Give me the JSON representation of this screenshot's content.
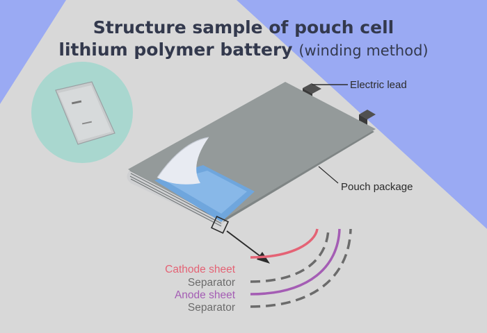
{
  "title": {
    "line1": "Structure sample of pouch cell",
    "line2_main": "lithium polymer battery",
    "line2_suffix": "(winding method)"
  },
  "labels": {
    "electric_lead": "Electric lead",
    "pouch_package": "Pouch package"
  },
  "layers": [
    {
      "label": "Cathode sheet",
      "color": "#e46375",
      "style": "solid"
    },
    {
      "label": "Separator",
      "color": "#6b6b6b",
      "style": "dashed"
    },
    {
      "label": "Anode sheet",
      "color": "#a45db4",
      "style": "solid"
    },
    {
      "label": "Separator",
      "color": "#6b6b6b",
      "style": "dashed"
    }
  ],
  "colors": {
    "background": "#9aaaf3",
    "plane": "#d8d8d8",
    "pouch": "#949a9a",
    "inner_sheet": "#6fa6dd",
    "photo_circle": "#a9d7cf"
  },
  "icons": {
    "photo": "battery-photo-icon",
    "arrow": "pointer-arrow-icon"
  }
}
